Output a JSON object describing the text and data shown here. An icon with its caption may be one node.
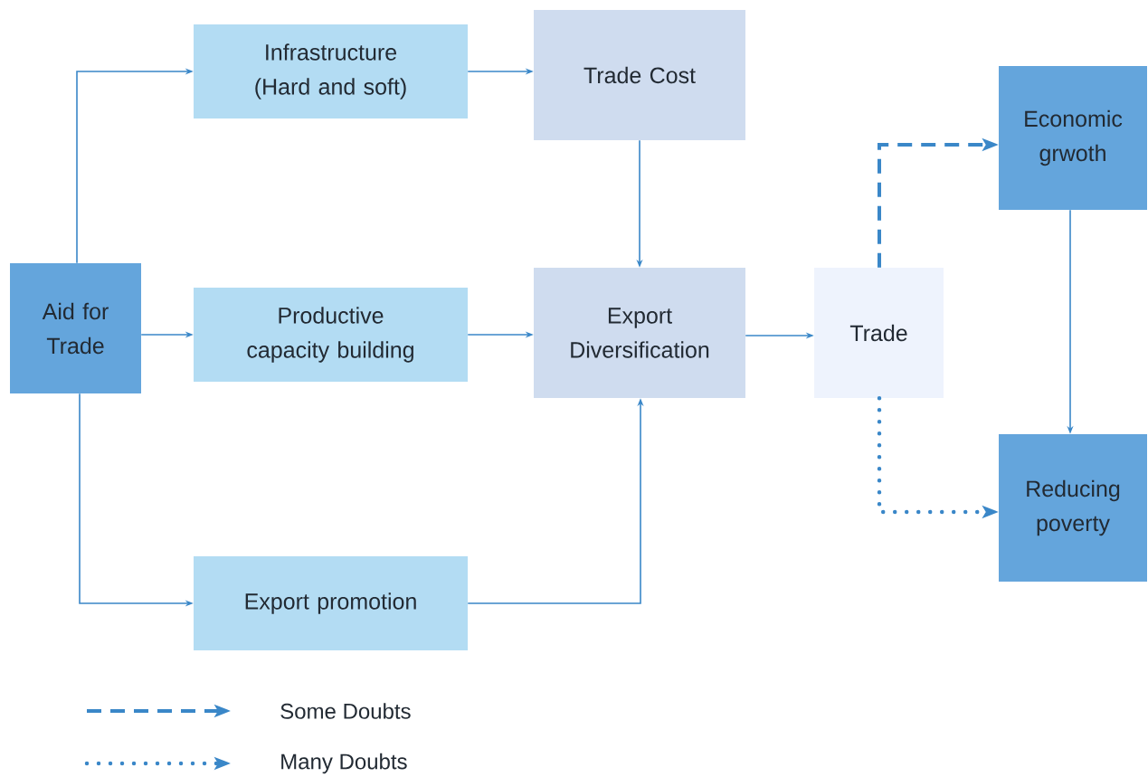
{
  "diagram": {
    "nodes": [
      {
        "text": [
          "Aid for Trade"
        ]
      },
      {
        "text": [
          "Infrastructure (Hard and soft)"
        ]
      },
      {
        "text": [
          "Productive capacity building"
        ]
      },
      {
        "text": [
          "Export promotion"
        ]
      },
      {
        "text": [
          "Trade Cost"
        ]
      },
      {
        "text": [
          "Export Diversification"
        ]
      },
      {
        "text": [
          "Trade"
        ]
      },
      {
        "text": [
          "Economic grwoth"
        ]
      },
      {
        "text": [
          "Reducing poverty"
        ]
      }
    ],
    "edges": [
      {
        "from": 0,
        "to": 1,
        "arrow": "to"
      },
      {
        "from": 0,
        "to": 2,
        "arrow": "to"
      },
      {
        "from": 0,
        "to": 3,
        "arrow": "to"
      },
      {
        "from": 1,
        "to": 4,
        "arrow": "to"
      },
      {
        "from": 4,
        "to": 5,
        "arrow": "to"
      },
      {
        "from": 2,
        "to": 5,
        "arrow": "to"
      },
      {
        "from": 3,
        "to": 5,
        "arrow": "to"
      },
      {
        "from": 5,
        "to": 6,
        "arrow": "to"
      },
      {
        "from": 6,
        "to": 7,
        "arrow": "to",
        "style": "dashed"
      },
      {
        "from": 6,
        "to": 8,
        "arrow": "to",
        "style": "dashed"
      },
      {
        "from": 7,
        "to": 8,
        "arrow": "to"
      }
    ],
    "legend": [
      {
        "text": "Some Doubts"
      },
      {
        "text": "Many Doubts"
      }
    ]
  }
}
